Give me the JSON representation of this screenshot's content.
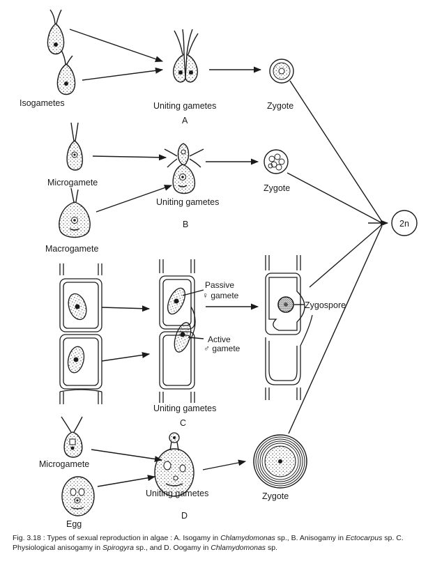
{
  "panels": {
    "a": {
      "letter": "A",
      "label_isogametes": "Isogametes",
      "label_uniting": "Uniting gametes",
      "label_zygote": "Zygote"
    },
    "b": {
      "letter": "B",
      "label_microgamete": "Microgamete",
      "label_macrogamete": "Macrogamete",
      "label_uniting": "Uniting gametes",
      "label_zygote": "Zygote"
    },
    "c": {
      "letter": "C",
      "label_passive_1": "Passive",
      "label_passive_2": "♀ gamete",
      "label_active_1": "Active",
      "label_active_2": "♂ gamete",
      "label_uniting": "Uniting gametes",
      "label_zygospore": "Zygospore"
    },
    "d": {
      "letter": "D",
      "label_microgamete": "Microgamete",
      "label_egg": "Egg",
      "label_uniting": "Uniting gametes",
      "label_zygote": "Zygote"
    }
  },
  "result_node": "2n",
  "caption": {
    "prefix": "Fig. 3.18 : Types of sexual reproduction in algae : A. Isogamy in ",
    "genus1": "Chlamydomonas",
    "mid1": " sp., B. Anisogamy in ",
    "genus2": "Ectocarpus",
    "mid2": " sp. C. Physiological anisogamy in ",
    "genus3": "Spirogyra",
    "mid3": " sp., and D. Oogamy in ",
    "genus4": "Chlamydomonas",
    "suffix": " sp."
  }
}
